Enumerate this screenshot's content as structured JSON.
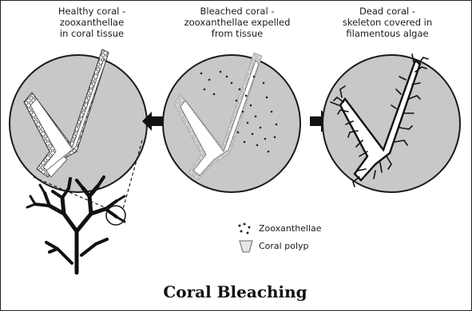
{
  "diagram": {
    "captions": {
      "healthy": [
        "Healthy coral -",
        "zooxanthellae",
        "in coral tissue"
      ],
      "bleached": [
        "Bleached coral -",
        "zooxanthellae expelled",
        "from tissue"
      ],
      "dead": [
        "Dead coral -",
        "skeleton covered in",
        "filamentous algae"
      ]
    },
    "legend": {
      "zooxanthellae": "Zooxanthellae",
      "coral_polyp": "Coral polyp"
    },
    "title": "Coral Bleaching",
    "colors": {
      "circle_fill": "#c8c8c8",
      "outline": "#1a1a1a",
      "skeleton": "#ffffff",
      "dark": "#111111"
    }
  }
}
